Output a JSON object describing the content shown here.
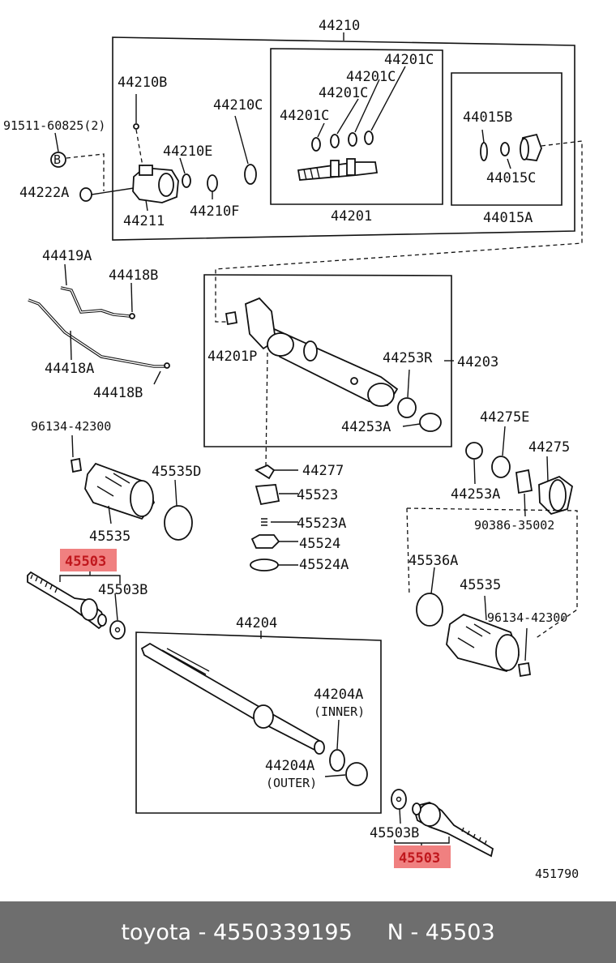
{
  "diagram": {
    "labels": {
      "l44210": "44210",
      "l44210B": "44210B",
      "l91511": "91511-60825(2)",
      "lB": "B",
      "l44210C_top": "44210C",
      "l44201C_1": "44201C",
      "l44201C_2": "44201C",
      "l44201C_3": "44201C",
      "l44201C_4": "44201C",
      "l44015B": "44015B",
      "l44210E": "44210E",
      "l44222A": "44222A",
      "l44015C": "44015C",
      "l44211": "44211",
      "l44210F": "44210F",
      "l44201": "44201",
      "l44015A": "44015A",
      "l44419A": "44419A",
      "l44418B_1": "44418B",
      "l44201P": "44201P",
      "l44253R": "44253R",
      "l44203": "44203",
      "l44418A": "44418A",
      "l44418B_2": "44418B",
      "l44253A_1": "44253A",
      "l96134_1": "96134-42300",
      "l44275E": "44275E",
      "l44275": "44275",
      "l44277": "44277",
      "l45535D": "45535D",
      "l45523": "45523",
      "l44253A_2": "44253A",
      "l90386": "90386-35002",
      "l45535_1": "45535",
      "l45523A": "45523A",
      "l45524": "45524",
      "l45524A": "45524A",
      "l45503B_1": "45503B",
      "l45536A": "45536A",
      "l45535_2": "45535",
      "l96134_2": "96134-42300",
      "l44204": "44204",
      "l44204A_1": "44204A",
      "lInner": "(INNER)",
      "l44204A_2": "44204A",
      "lOuter": "(OUTER)",
      "l45503B_2": "45503B",
      "l451790": "451790"
    },
    "highlighted": {
      "top": "45503",
      "bottom": "45503"
    },
    "highlight_color": "#f08080"
  },
  "footer": {
    "text": "toyota - 4550339195     N - 45503",
    "background": "#6e6e6e"
  }
}
